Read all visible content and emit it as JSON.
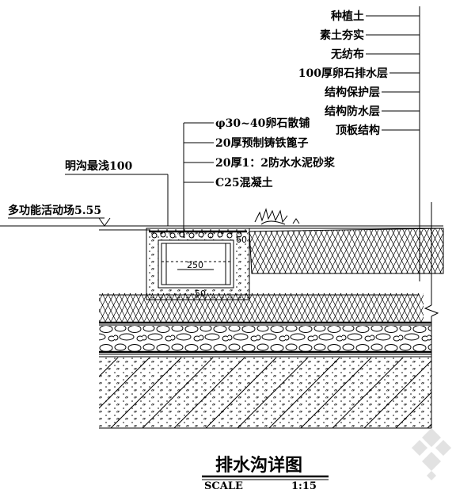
{
  "layer_labels": [
    "种植土",
    "素土夯实",
    "无纺布",
    "100厚卵石排水层",
    "结构保护层",
    "结构防水层",
    "顶板结构"
  ],
  "trench_labels": [
    "φ30~40卵石散铺",
    "20厚预制铸铁篦子",
    "20厚1：2防水水泥砂浆",
    "C25混凝土"
  ],
  "trench_depth_label": "明沟最浅100",
  "elevation_label": "多功能活动场5.55",
  "dimensions": {
    "width": "250",
    "depth": "60",
    "base": "50"
  },
  "title": "排水沟详图",
  "scale": {
    "label": "SCALE",
    "value": "1:15"
  }
}
